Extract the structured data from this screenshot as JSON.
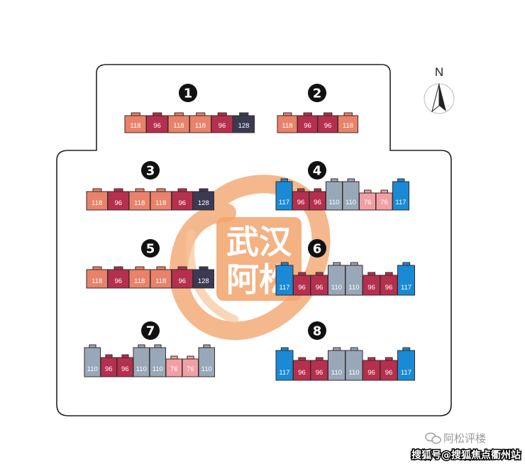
{
  "compass": {
    "label": "N",
    "icon": "north-arrow-icon"
  },
  "buildings": [
    {
      "number": "1",
      "units": [
        {
          "label": "118",
          "color": "#e8826a"
        },
        {
          "label": "96",
          "color": "#b5304e"
        },
        {
          "label": "118",
          "color": "#e8826a"
        },
        {
          "label": "118",
          "color": "#e8826a"
        },
        {
          "label": "96",
          "color": "#b5304e"
        },
        {
          "label": "128",
          "color": "#3a3b52"
        }
      ]
    },
    {
      "number": "2",
      "units": [
        {
          "label": "118",
          "color": "#e8826a"
        },
        {
          "label": "96",
          "color": "#b5304e"
        },
        {
          "label": "96",
          "color": "#b5304e"
        },
        {
          "label": "118",
          "color": "#e8826a"
        }
      ]
    },
    {
      "number": "3",
      "units": [
        {
          "label": "118",
          "color": "#e8826a"
        },
        {
          "label": "96",
          "color": "#b5304e"
        },
        {
          "label": "118",
          "color": "#e8826a"
        },
        {
          "label": "118",
          "color": "#e8826a"
        },
        {
          "label": "96",
          "color": "#b5304e"
        },
        {
          "label": "128",
          "color": "#3a3b52"
        }
      ]
    },
    {
      "number": "4",
      "units": [
        {
          "label": "117",
          "color": "#1a8ad4"
        },
        {
          "label": "96",
          "color": "#b5304e"
        },
        {
          "label": "96",
          "color": "#b5304e"
        },
        {
          "label": "110",
          "color": "#98a8b8"
        },
        {
          "label": "110",
          "color": "#98a8b8"
        },
        {
          "label": "76",
          "color": "#f0a0a4"
        },
        {
          "label": "76",
          "color": "#f0a0a4"
        },
        {
          "label": "117",
          "color": "#1a8ad4"
        }
      ]
    },
    {
      "number": "5",
      "units": [
        {
          "label": "118",
          "color": "#e8826a"
        },
        {
          "label": "96",
          "color": "#b5304e"
        },
        {
          "label": "118",
          "color": "#e8826a"
        },
        {
          "label": "118",
          "color": "#e8826a"
        },
        {
          "label": "96",
          "color": "#b5304e"
        },
        {
          "label": "128",
          "color": "#3a3b52"
        }
      ]
    },
    {
      "number": "6",
      "units": [
        {
          "label": "117",
          "color": "#1a8ad4"
        },
        {
          "label": "96",
          "color": "#b5304e"
        },
        {
          "label": "96",
          "color": "#b5304e"
        },
        {
          "label": "110",
          "color": "#98a8b8"
        },
        {
          "label": "110",
          "color": "#98a8b8"
        },
        {
          "label": "96",
          "color": "#b5304e"
        },
        {
          "label": "96",
          "color": "#b5304e"
        },
        {
          "label": "117",
          "color": "#1a8ad4"
        }
      ]
    },
    {
      "number": "7",
      "units": [
        {
          "label": "110",
          "color": "#98a8b8"
        },
        {
          "label": "96",
          "color": "#b5304e"
        },
        {
          "label": "96",
          "color": "#b5304e"
        },
        {
          "label": "110",
          "color": "#98a8b8"
        },
        {
          "label": "110",
          "color": "#98a8b8"
        },
        {
          "label": "76",
          "color": "#f0a0a4"
        },
        {
          "label": "76",
          "color": "#f0a0a4"
        },
        {
          "label": "110",
          "color": "#98a8b8"
        }
      ]
    },
    {
      "number": "8",
      "units": [
        {
          "label": "117",
          "color": "#1a8ad4"
        },
        {
          "label": "96",
          "color": "#b5304e"
        },
        {
          "label": "96",
          "color": "#b5304e"
        },
        {
          "label": "110",
          "color": "#98a8b8"
        },
        {
          "label": "110",
          "color": "#98a8b8"
        },
        {
          "label": "96",
          "color": "#b5304e"
        },
        {
          "label": "96",
          "color": "#b5304e"
        },
        {
          "label": "117",
          "color": "#1a8ad4"
        }
      ]
    }
  ],
  "watermark": {
    "line1": "武汉",
    "line2": "阿松",
    "color": "#f2a46c"
  },
  "account": {
    "icon": "wechat-icon",
    "name": "阿松评楼"
  },
  "footer": {
    "text": "搜狐号@搜狐焦点衢州站"
  }
}
